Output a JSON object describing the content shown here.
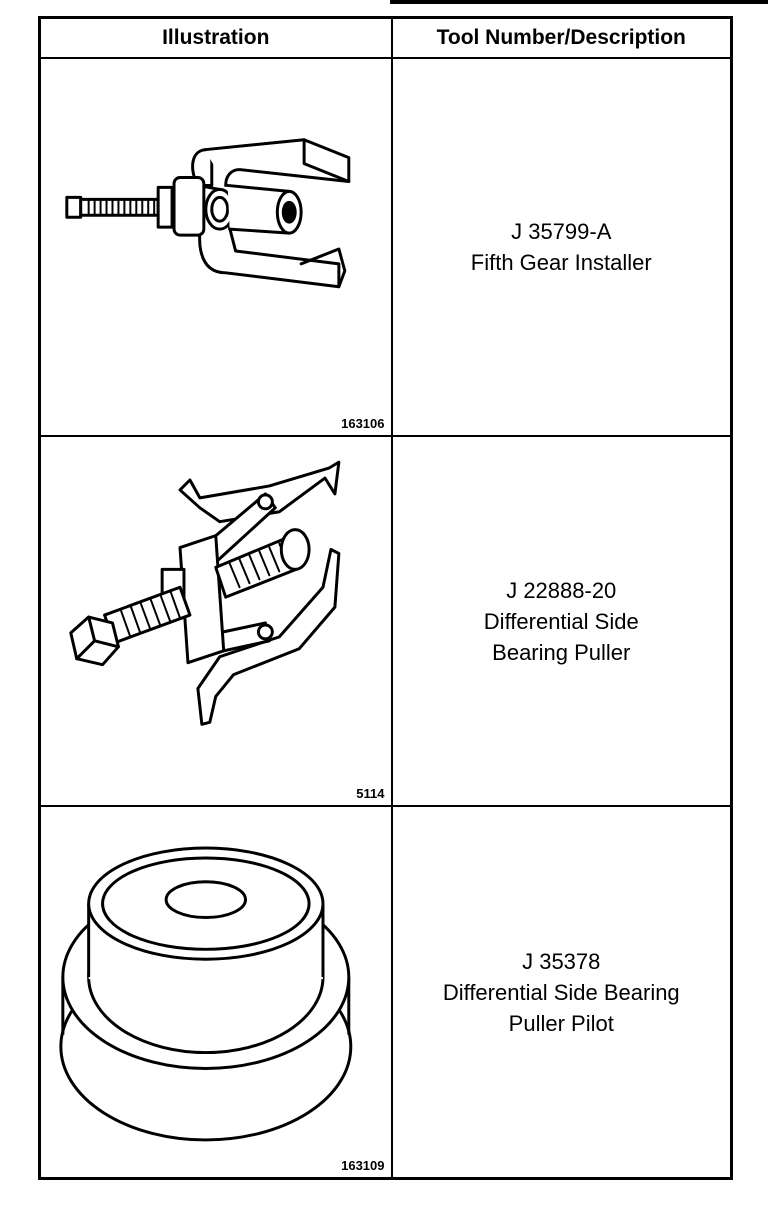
{
  "table": {
    "headers": {
      "illustration": "Illustration",
      "tool": "Tool Number/Description"
    },
    "rows": [
      {
        "figure_number": "163106",
        "tool_number": "J 35799-A",
        "description_lines": [
          "Fifth Gear Installer"
        ]
      },
      {
        "figure_number": "5114",
        "tool_number": "J 22888-20",
        "description_lines": [
          "Differential Side",
          "Bearing Puller"
        ]
      },
      {
        "figure_number": "163109",
        "tool_number": "J 35378",
        "description_lines": [
          "Differential Side Bearing",
          "Puller Pilot"
        ]
      }
    ]
  }
}
